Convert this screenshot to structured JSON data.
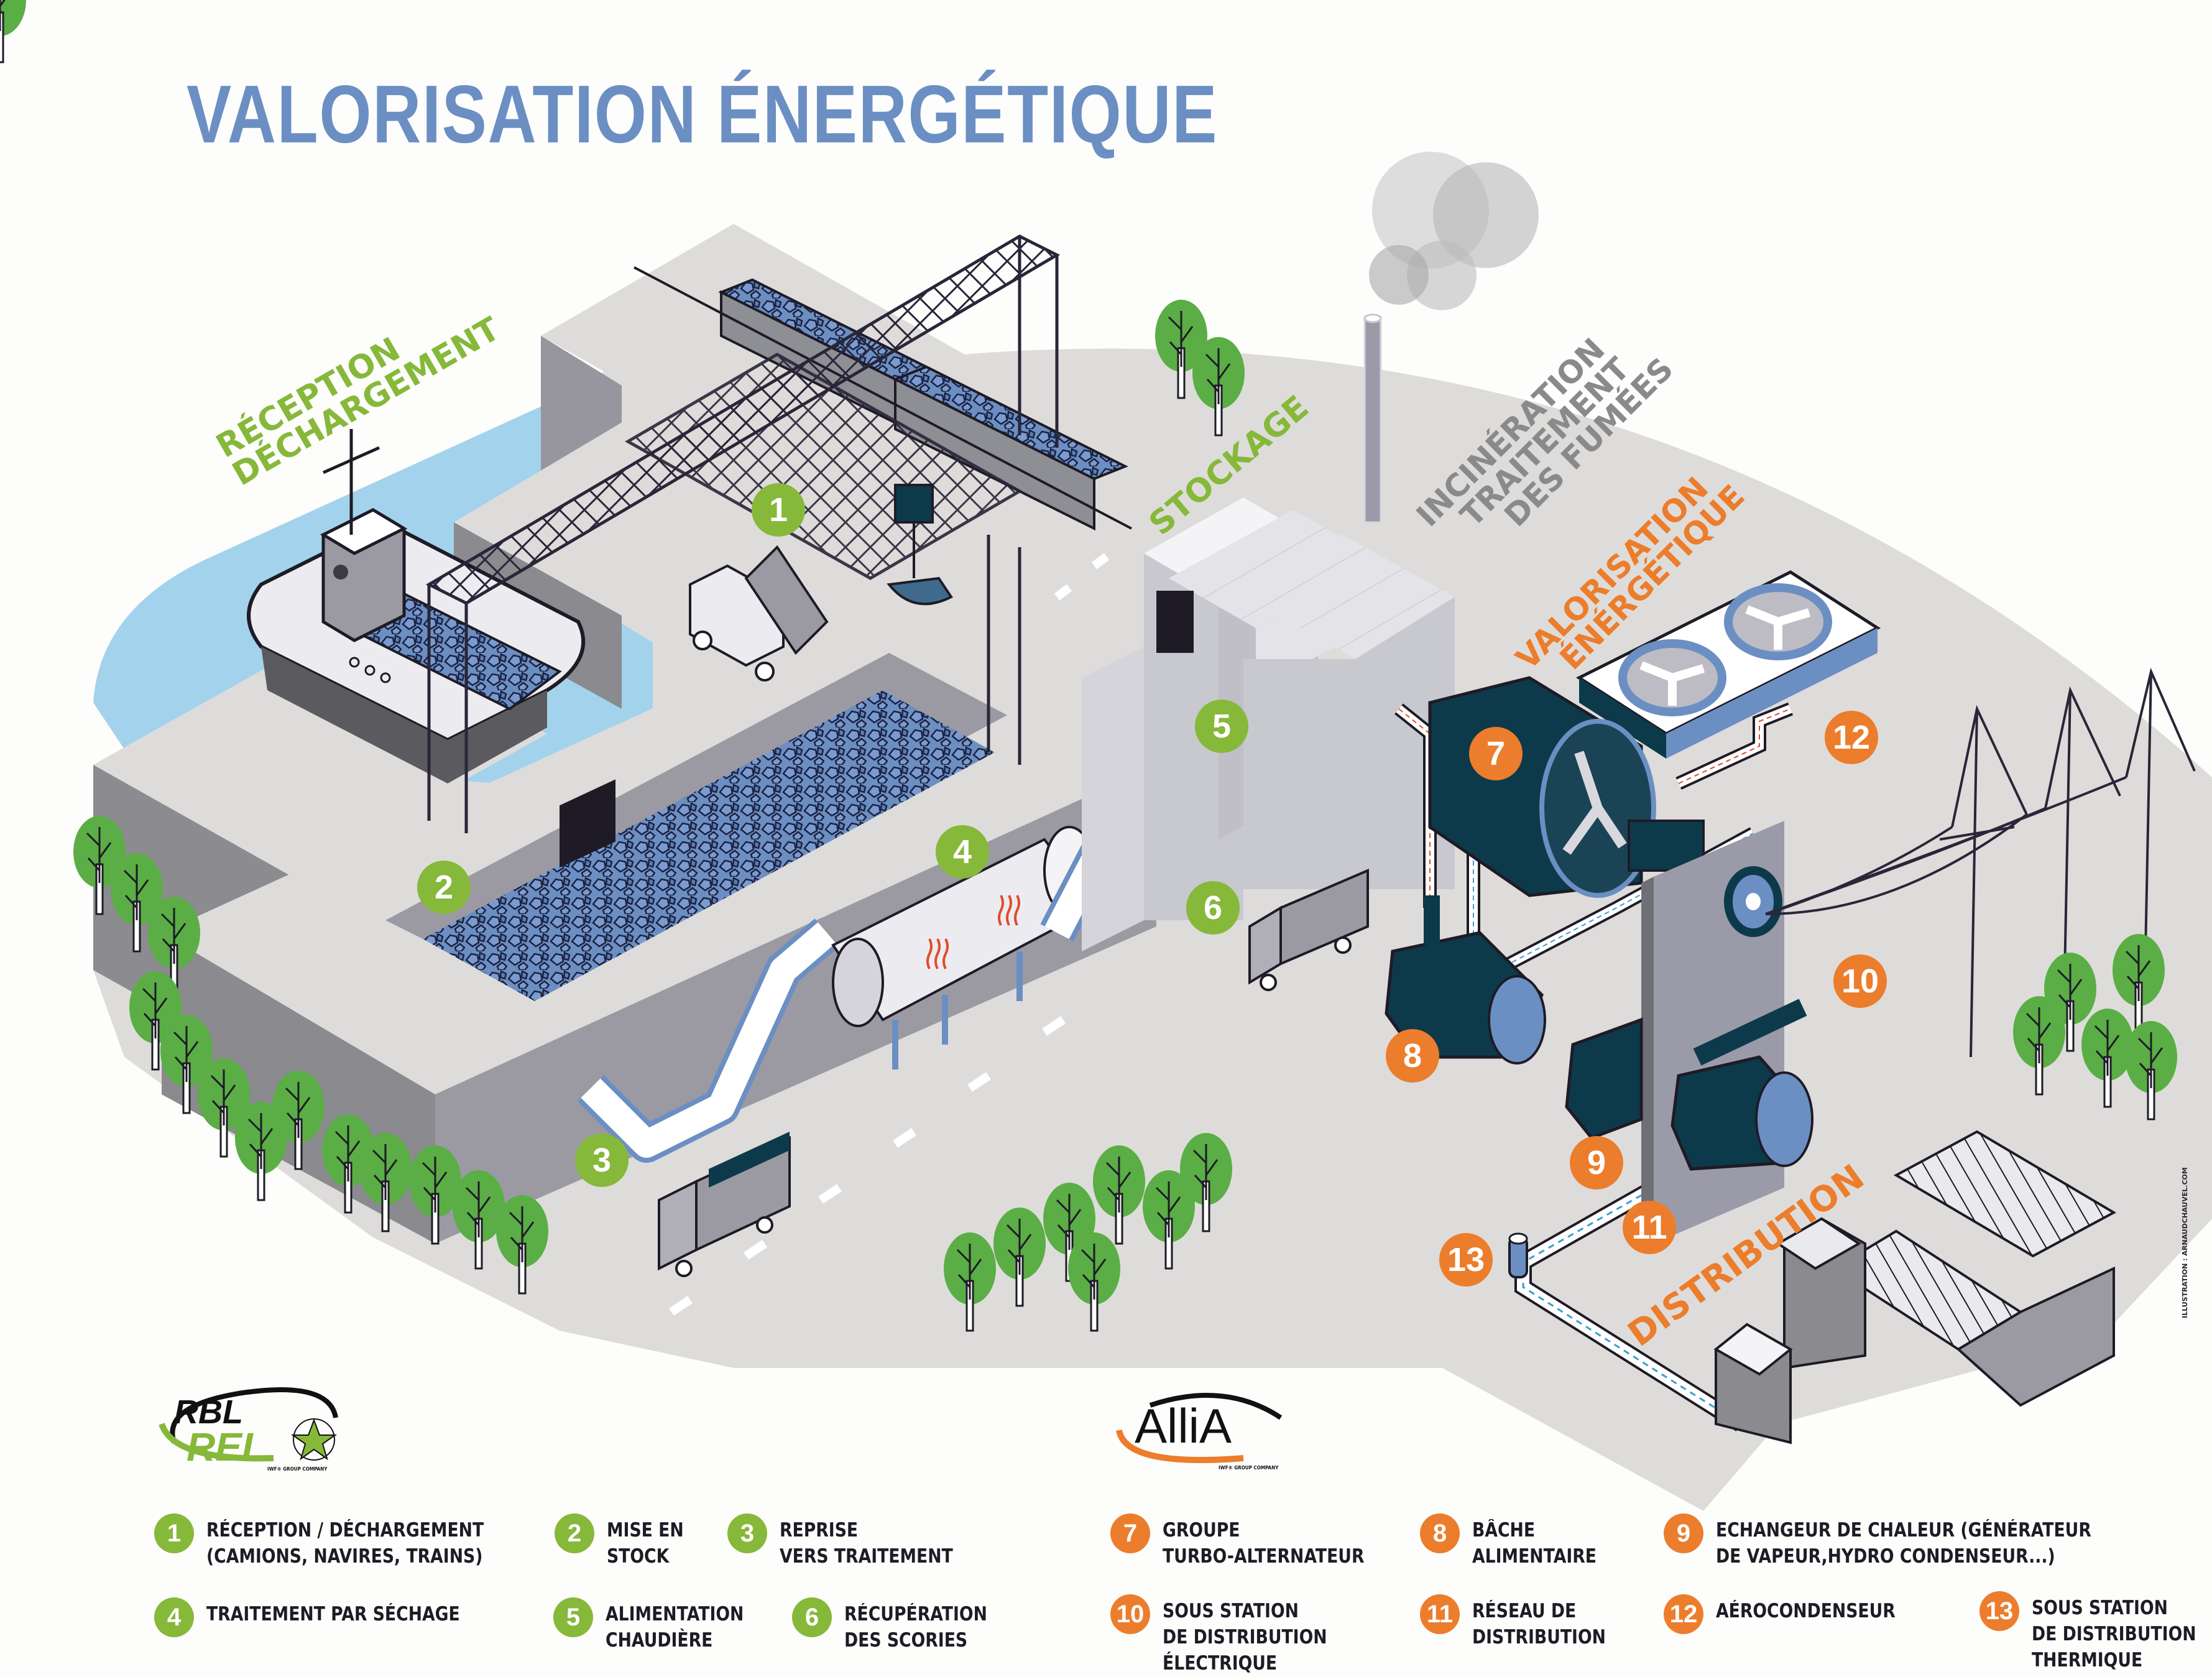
{
  "title": "VALORISATION ÉNERGÉTIQUE",
  "zones": {
    "reception": [
      "RÉCEPTION",
      "DÉCHARGEMENT"
    ],
    "stockage": "STOCKAGE",
    "incineration": [
      "INCINÉRATION",
      "TRAITEMENT",
      "DES FUMÉES"
    ],
    "valorisation": [
      "VALORISATION",
      "ÉNÉRGÉTIQUE"
    ],
    "distribution": "DISTRIBUTION"
  },
  "colors": {
    "title": "#6b8fc2",
    "green": "#86b83a",
    "orange": "#ec7d2c",
    "ground": "#dedcda",
    "water": "#a3d3ec",
    "dark_steel": "#0d3a4a",
    "steel_blue": "#6b8fc2",
    "zone_grey": "#8a8a8a"
  },
  "markers": [
    {
      "n": "1",
      "color": "green"
    },
    {
      "n": "2",
      "color": "green"
    },
    {
      "n": "3",
      "color": "green"
    },
    {
      "n": "4",
      "color": "green"
    },
    {
      "n": "5",
      "color": "green"
    },
    {
      "n": "6",
      "color": "green"
    },
    {
      "n": "7",
      "color": "orange"
    },
    {
      "n": "8",
      "color": "orange"
    },
    {
      "n": "9",
      "color": "orange"
    },
    {
      "n": "10",
      "color": "orange"
    },
    {
      "n": "11",
      "color": "orange"
    },
    {
      "n": "12",
      "color": "orange"
    },
    {
      "n": "13",
      "color": "orange"
    }
  ],
  "legend": [
    {
      "n": "1",
      "color": "green",
      "lines": [
        "RÉCEPTION  / DÉCHARGEMENT",
        "(CAMIONS, NAVIRES, TRAINS)"
      ]
    },
    {
      "n": "2",
      "color": "green",
      "lines": [
        "MISE EN",
        "STOCK"
      ]
    },
    {
      "n": "3",
      "color": "green",
      "lines": [
        "REPRISE",
        "VERS TRAITEMENT"
      ]
    },
    {
      "n": "4",
      "color": "green",
      "lines": [
        "TRAITEMENT PAR SÉCHAGE"
      ]
    },
    {
      "n": "5",
      "color": "green",
      "lines": [
        "ALIMENTATION",
        "CHAUDIÈRE"
      ]
    },
    {
      "n": "6",
      "color": "green",
      "lines": [
        "RÉCUPÉRATION",
        "DES SCORIES"
      ]
    },
    {
      "n": "7",
      "color": "orange",
      "lines": [
        "GROUPE",
        "TURBO-ALTERNATEUR"
      ]
    },
    {
      "n": "8",
      "color": "orange",
      "lines": [
        "BÂCHE",
        "ALIMENTAIRE"
      ]
    },
    {
      "n": "9",
      "color": "orange",
      "lines": [
        "ECHANGEUR DE CHALEUR (GÉNÉRATEUR",
        "DE VAPEUR,HYDRO CONDENSEUR...)"
      ]
    },
    {
      "n": "10",
      "color": "orange",
      "lines": [
        "SOUS STATION",
        "DE DISTRIBUTION",
        "ÉLECTRIQUE"
      ]
    },
    {
      "n": "11",
      "color": "orange",
      "lines": [
        "RÉSEAU DE",
        "DISTRIBUTION"
      ]
    },
    {
      "n": "12",
      "color": "orange",
      "lines": [
        "AÉROCONDENSEUR"
      ]
    },
    {
      "n": "13",
      "color": "orange",
      "lines": [
        "SOUS STATION",
        "DE DISTRIBUTION",
        "THERMIQUE"
      ]
    }
  ],
  "logos": {
    "rbl_rei": {
      "line1": "RBL",
      "line2": "REI",
      "tagline": "IWF® GROUP COMPANY"
    },
    "allia": {
      "name": "AlliA",
      "tagline": "IWF® GROUP COMPANY"
    }
  },
  "credit": "ILLUSTRATION : ARNAUDCHAUVEL.COM"
}
